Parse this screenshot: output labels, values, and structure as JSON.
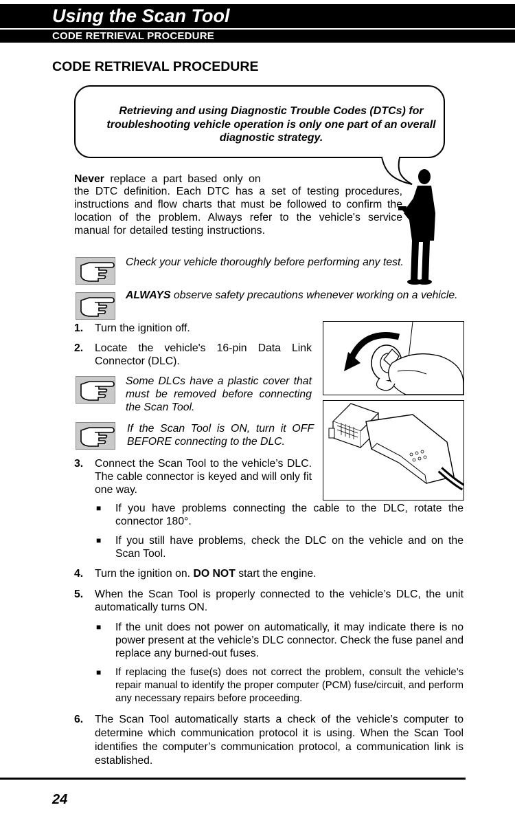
{
  "header": {
    "title": "Using the Scan Tool",
    "subtitle": "CODE RETRIEVAL PROCEDURE"
  },
  "section_title": "CODE RETRIEVAL PROCEDURE",
  "callout": "Retrieving and using Diagnostic Trouble Codes (DTCs) for troubleshooting vehicle operation is only one part of an overall diagnostic strategy.",
  "intro": {
    "line1_bold": "Never",
    "line1_rest": "replace a part based only on",
    "rest": "the DTC definition. Each DTC has a set of testing procedures, instructions and flow charts that must be followed to confirm the location of the problem. Always refer to the vehicle's service manual for detailed testing instructions."
  },
  "notes": {
    "check": "Check your vehicle thoroughly before performing any test.",
    "always_bold": "ALWAYS",
    "always_rest": "observe safety precautions whenever working on a vehicle.",
    "dlc_cover": "Some DLCs have a plastic cover that must be removed before connecting the Scan Tool.",
    "turn_off": "If the Scan Tool is ON, turn it OFF BEFORE connecting to the DLC."
  },
  "steps": [
    {
      "num": "1.",
      "text": "Turn the ignition off."
    },
    {
      "num": "2.",
      "text": "Locate the vehicle's 16-pin Data Link Connector (DLC)."
    },
    {
      "num": "3.",
      "text": "Connect the Scan Tool to the vehicle’s DLC. The cable connector is keyed and will only fit one way."
    },
    {
      "num": "4.",
      "text_pre": "Turn the ignition on. ",
      "text_bold": "DO NOT",
      "text_post": " start the engine."
    },
    {
      "num": "5.",
      "text": "When the Scan Tool is properly connected to the vehicle’s DLC, the unit automatically turns ON."
    },
    {
      "num": "6.",
      "text": "The Scan Tool automatically starts a check of the vehicle’s computer to determine which communication protocol it is using. When the Scan Tool identifies the computer’s communication protocol, a communication link is established."
    }
  ],
  "bullets": {
    "b1": "If you have problems connecting the cable to the DLC, rotate the connector 180°.",
    "b2": "If you still have problems, check the DLC on the vehicle and on the Scan Tool.",
    "b3": "If the unit does not power on automatically, it may indicate there is no power present at the vehicle’s DLC connector. Check the fuse panel and replace any burned-out fuses.",
    "b4": "If replacing the fuse(s) does not correct the problem, consult the vehicle’s repair manual to identify the proper computer (PCM) fuse/circuit, and perform any necessary repairs before proceeding."
  },
  "bullet_glyph": "■",
  "page_number": "24"
}
